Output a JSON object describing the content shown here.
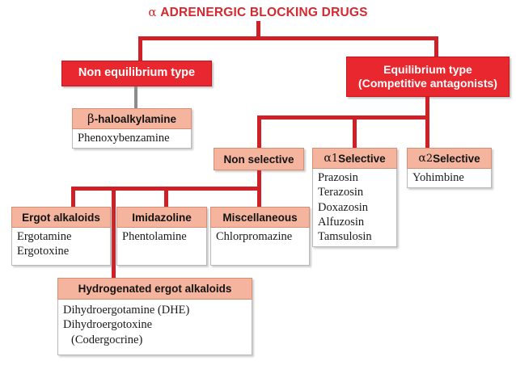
{
  "diagram": {
    "title_alpha": "α",
    "title": "ADRENERGIC BLOCKING DRUGS",
    "colors": {
      "red_solid": "#e8272e",
      "red_line": "#cf2027",
      "salmon_header": "#f4b49d",
      "body_white": "#ffffff",
      "title_red": "#d6282f"
    },
    "level1": [
      {
        "label": "Non equilibrium type"
      },
      {
        "label_line1": "Equilibrium type",
        "label_line2": "(Competitive antagonists)"
      }
    ],
    "nodes": {
      "haloalkylamine": {
        "header_beta": "β",
        "header": "-haloalkylamine",
        "items": [
          "Phenoxybenzamine"
        ]
      },
      "non_selective": {
        "header": "Non selective",
        "items": []
      },
      "alpha1_selective": {
        "header_alpha": "α",
        "header_sub": "1",
        "header": " Selective",
        "items": [
          "Prazosin",
          "Terazosin",
          "Doxazosin",
          "Alfuzosin",
          "Tamsulosin"
        ]
      },
      "alpha2_selective": {
        "header_alpha": "α",
        "header_sub": "2",
        "header": " Selective",
        "items": [
          "Yohimbine"
        ]
      },
      "ergot_alkaloids": {
        "header": "Ergot alkaloids",
        "items": [
          "Ergotamine",
          "Ergotoxine"
        ]
      },
      "imidazoline": {
        "header": "Imidazoline",
        "items": [
          "Phentolamine"
        ]
      },
      "miscellaneous": {
        "header": "Miscellaneous",
        "items": [
          "Chlorpromazine"
        ]
      },
      "hydrogenated_ergot": {
        "header": "Hydrogenated ergot alkaloids",
        "items": [
          "Dihydroergotamine (DHE)",
          "Dihydroergotoxine",
          "(Codergocrine)"
        ]
      }
    }
  }
}
